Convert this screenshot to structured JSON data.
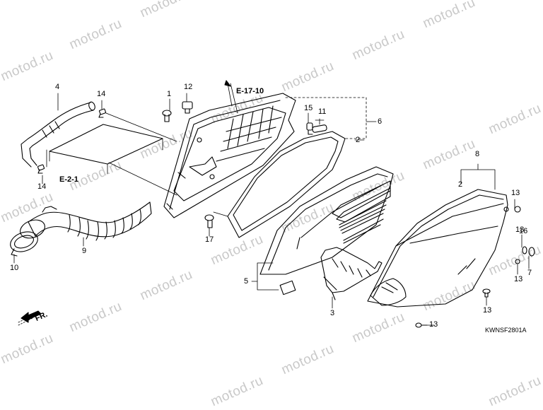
{
  "watermark_text": "motod.ru",
  "colors": {
    "line": "#000000",
    "watermark": "#c9c9c9",
    "background": "#ffffff"
  },
  "part_numbers": [
    "1",
    "2",
    "2",
    "3",
    "4",
    "5",
    "6",
    "7",
    "8",
    "9",
    "10",
    "11",
    "12",
    "13",
    "13",
    "13",
    "13",
    "13",
    "14",
    "14",
    "15",
    "16",
    "17"
  ],
  "references": {
    "e17": "E-17-10",
    "e2": "E-2-1"
  },
  "direction_label": "FR.",
  "drawing_code": "KWNSF2801A"
}
